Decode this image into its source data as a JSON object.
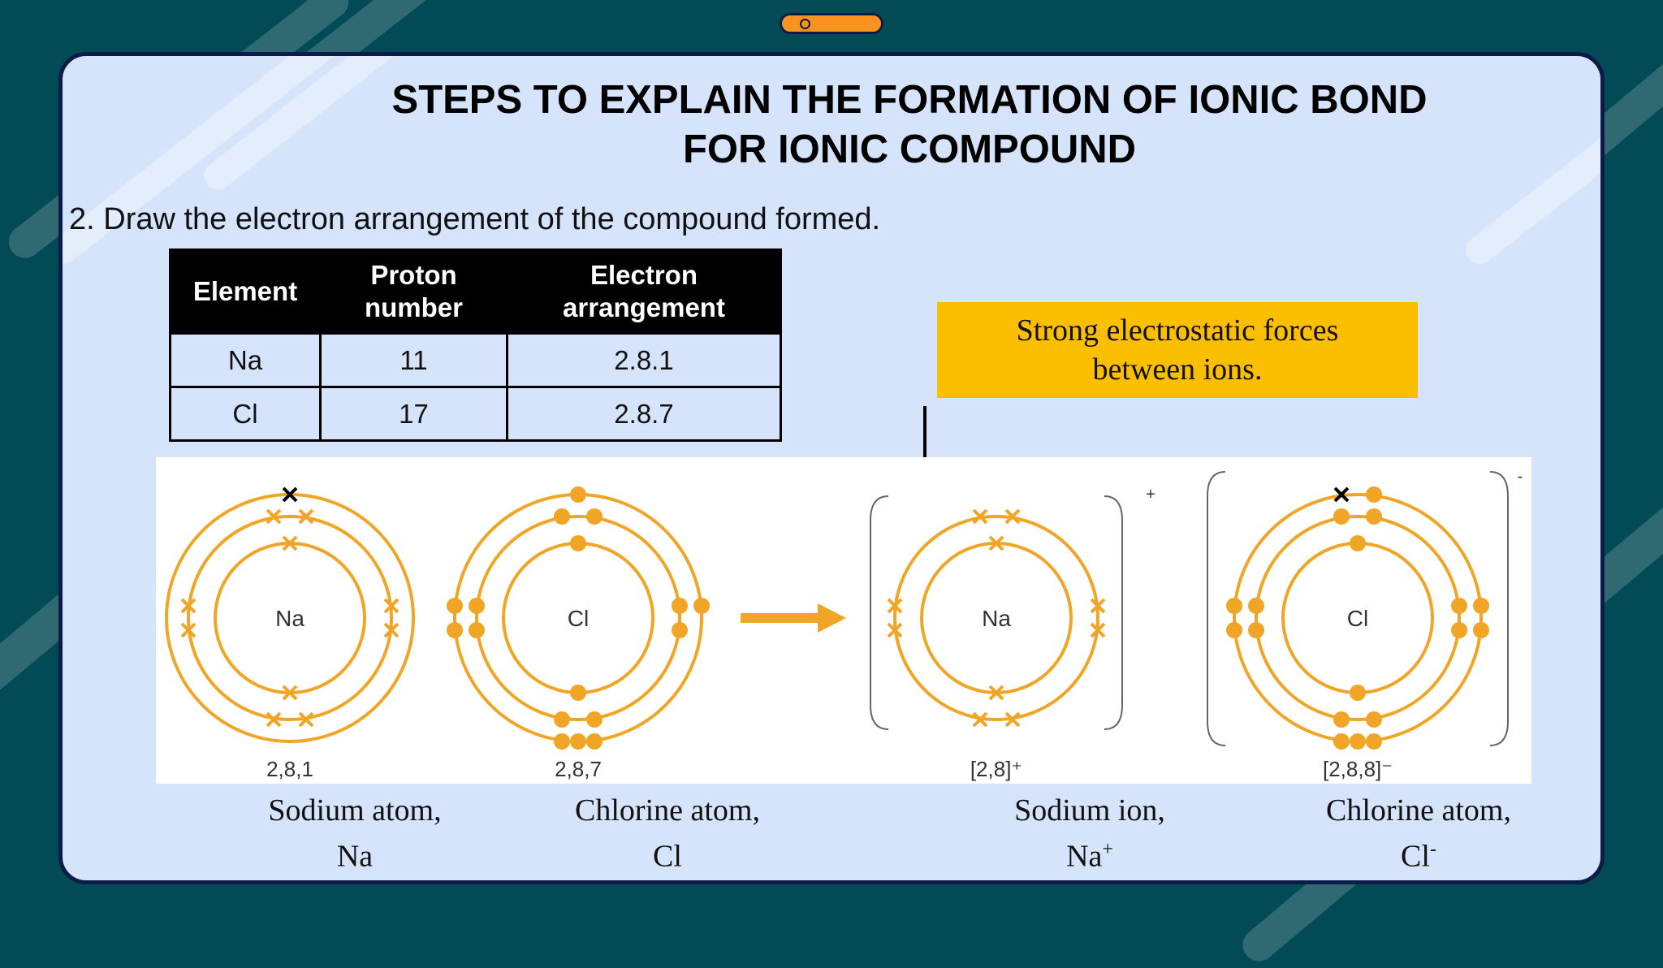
{
  "title": {
    "line1": "STEPS TO EXPLAIN THE FORMATION OF IONIC BOND",
    "line2": "FOR IONIC COMPOUND"
  },
  "instruction": "2. Draw the electron arrangement of the compound formed.",
  "table": {
    "headers": [
      {
        "line1": "Element",
        "line2": ""
      },
      {
        "line1": "Proton",
        "line2": "number"
      },
      {
        "line1": "Electron",
        "line2": "arrangement"
      }
    ],
    "rows": [
      [
        "Na",
        "11",
        "2.8.1"
      ],
      [
        "Cl",
        "17",
        "2.8.7"
      ]
    ]
  },
  "callout": {
    "line1": "Strong electrostatic forces",
    "line2": "between ions."
  },
  "diagram": {
    "atoms": [
      {
        "symbol": "Na",
        "config": "2,8,1",
        "charge": ""
      },
      {
        "symbol": "Cl",
        "config": "2,8,7",
        "charge": ""
      },
      {
        "symbol": "Na",
        "config": "[2,8]⁺",
        "charge": "+"
      },
      {
        "symbol": "Cl",
        "config": "[2,8,8]⁻",
        "charge": "-"
      }
    ]
  },
  "captions": [
    {
      "line1": "Sodium atom,",
      "line2": "Na",
      "sup": ""
    },
    {
      "line1": "Chlorine atom,",
      "line2": "Cl",
      "sup": ""
    },
    {
      "line1": "Sodium ion,",
      "line2": "Na",
      "sup": "+"
    },
    {
      "line1": "Chlorine atom,",
      "line2": "Cl",
      "sup": "-"
    }
  ],
  "colors": {
    "background": "#024a55",
    "card": "#d6e4fb",
    "callout": "#fcbf00",
    "shell": "#f0a526",
    "pill": "#f7931e"
  }
}
